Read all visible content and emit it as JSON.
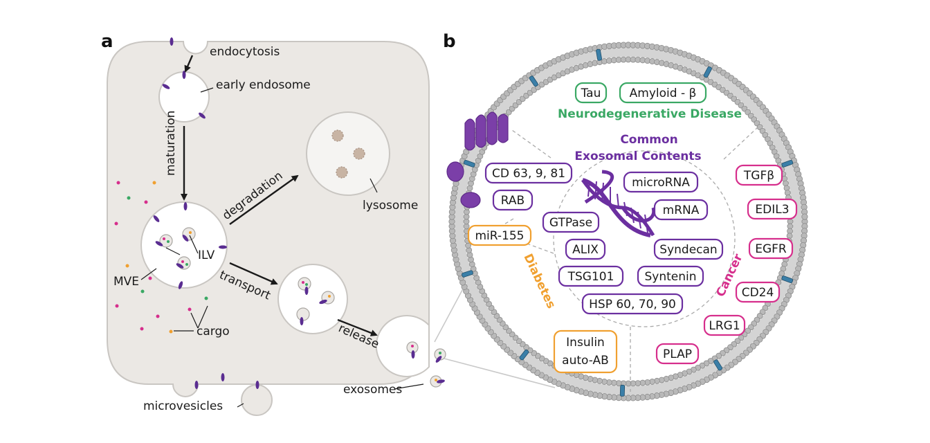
{
  "panel_a": {
    "label": "a",
    "endocytosis": "endocytosis",
    "early_endosome": "early endosome",
    "maturation": "maturation",
    "degradation": "degradation",
    "lysosome": "lysosome",
    "ilv": "ILV",
    "mve": "MVE",
    "transport": "transport",
    "cargo": "cargo",
    "release": "release",
    "exosomes": "exosomes",
    "microvesicles": "microvesicles"
  },
  "panel_b": {
    "label": "b",
    "neuro": {
      "title": "Neurodegenerative Disease",
      "color": "#3aa864",
      "items": [
        "Tau",
        "Amyloid - β"
      ]
    },
    "common": {
      "title_line1": "Common",
      "title_line2": "Exosomal Contents",
      "color": "#6b2fa0",
      "items": [
        "CD 63, 9, 81",
        "RAB",
        "microRNA",
        "mRNA",
        "GTPase",
        "ALIX",
        "Syndecan",
        "TSG101",
        "Syntenin",
        "HSP 60, 70, 90"
      ]
    },
    "diabetes": {
      "title": "Diabetes",
      "color": "#f0a030",
      "items": [
        "miR-155",
        "Insulin",
        "auto-AB"
      ]
    },
    "cancer": {
      "title": "Cancer",
      "color": "#d62e8c",
      "items": [
        "TGFβ",
        "EDIL3",
        "EGFR",
        "CD24",
        "LRG1",
        "PLAP"
      ]
    }
  }
}
